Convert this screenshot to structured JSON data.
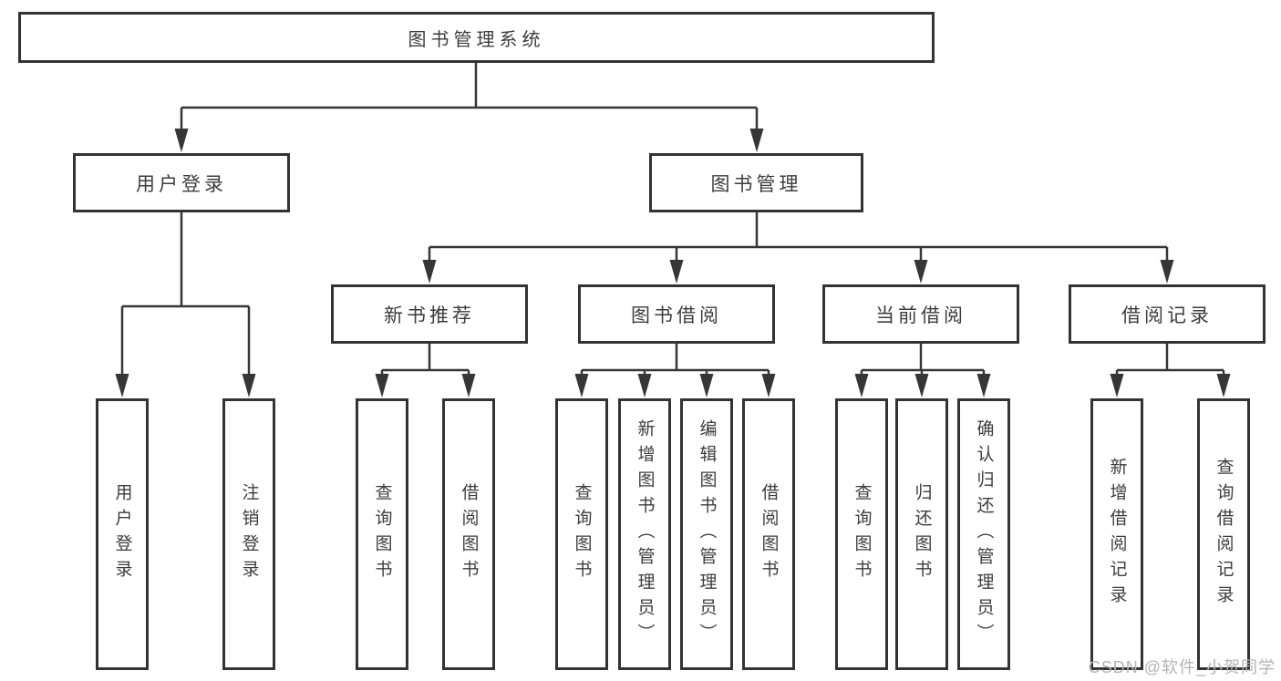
{
  "meta": {
    "diagram_type": "hierarchy-tree",
    "line_color": "#363636",
    "border_color": "#333333",
    "text_color": "#3d3d3d",
    "watermark_color": "#b3b3b8",
    "background_color": "#ffffff"
  },
  "tree": {
    "label": "图书管理系统",
    "children": [
      {
        "label": "用户登录",
        "children": [
          {
            "label": "用户登录"
          },
          {
            "label": "注销登录"
          }
        ]
      },
      {
        "label": "图书管理",
        "children": [
          {
            "label": "新书推荐",
            "children": [
              {
                "label": "查询图书"
              },
              {
                "label": "借阅图书"
              }
            ]
          },
          {
            "label": "图书借阅",
            "children": [
              {
                "label": "查询图书"
              },
              {
                "label": "新增图书（管理员）"
              },
              {
                "label": "编辑图书（管理员）"
              },
              {
                "label": "借阅图书"
              }
            ]
          },
          {
            "label": "当前借阅",
            "children": [
              {
                "label": "查询图书"
              },
              {
                "label": "归还图书"
              },
              {
                "label": "确认归还（管理员）"
              }
            ]
          },
          {
            "label": "借阅记录",
            "children": [
              {
                "label": "新增借阅记录"
              },
              {
                "label": "查询借阅记录"
              }
            ]
          }
        ]
      }
    ]
  },
  "watermark": {
    "text": "CSDN @软件_小贺同学"
  }
}
